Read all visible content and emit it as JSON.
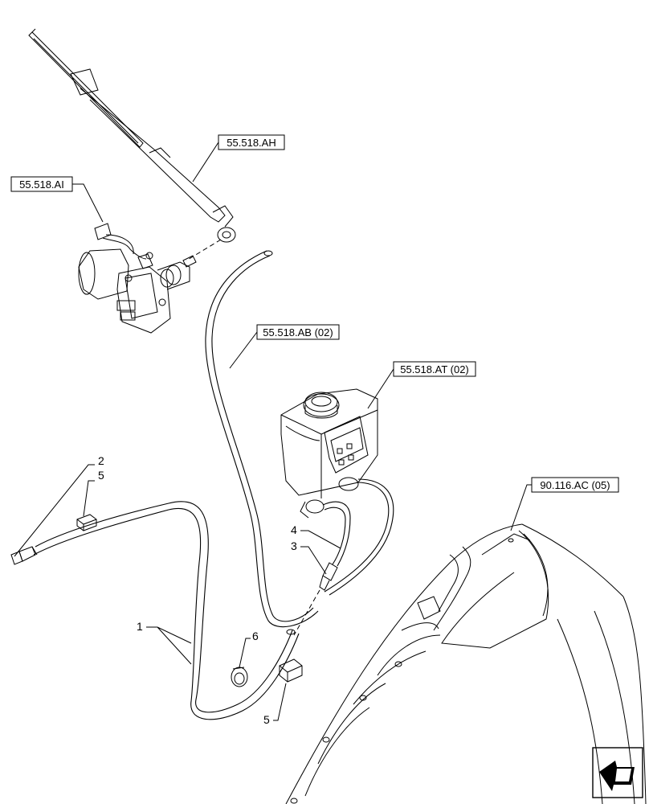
{
  "references": {
    "wiper_arm": "55.518.AH",
    "wiper_motor": "55.518.AI",
    "washer_hose": "55.518.AB (02)",
    "washer_reservoir": "55.518.AT (02)",
    "cab_panel": "90.116.AC (05)"
  },
  "callouts": {
    "item_1": "1",
    "item_2": "2",
    "item_3": "3",
    "item_4": "4",
    "item_5_top": "5",
    "item_5_bottom": "5",
    "item_6": "6"
  },
  "icons": {
    "navigation": "direction-arrow-icon"
  }
}
